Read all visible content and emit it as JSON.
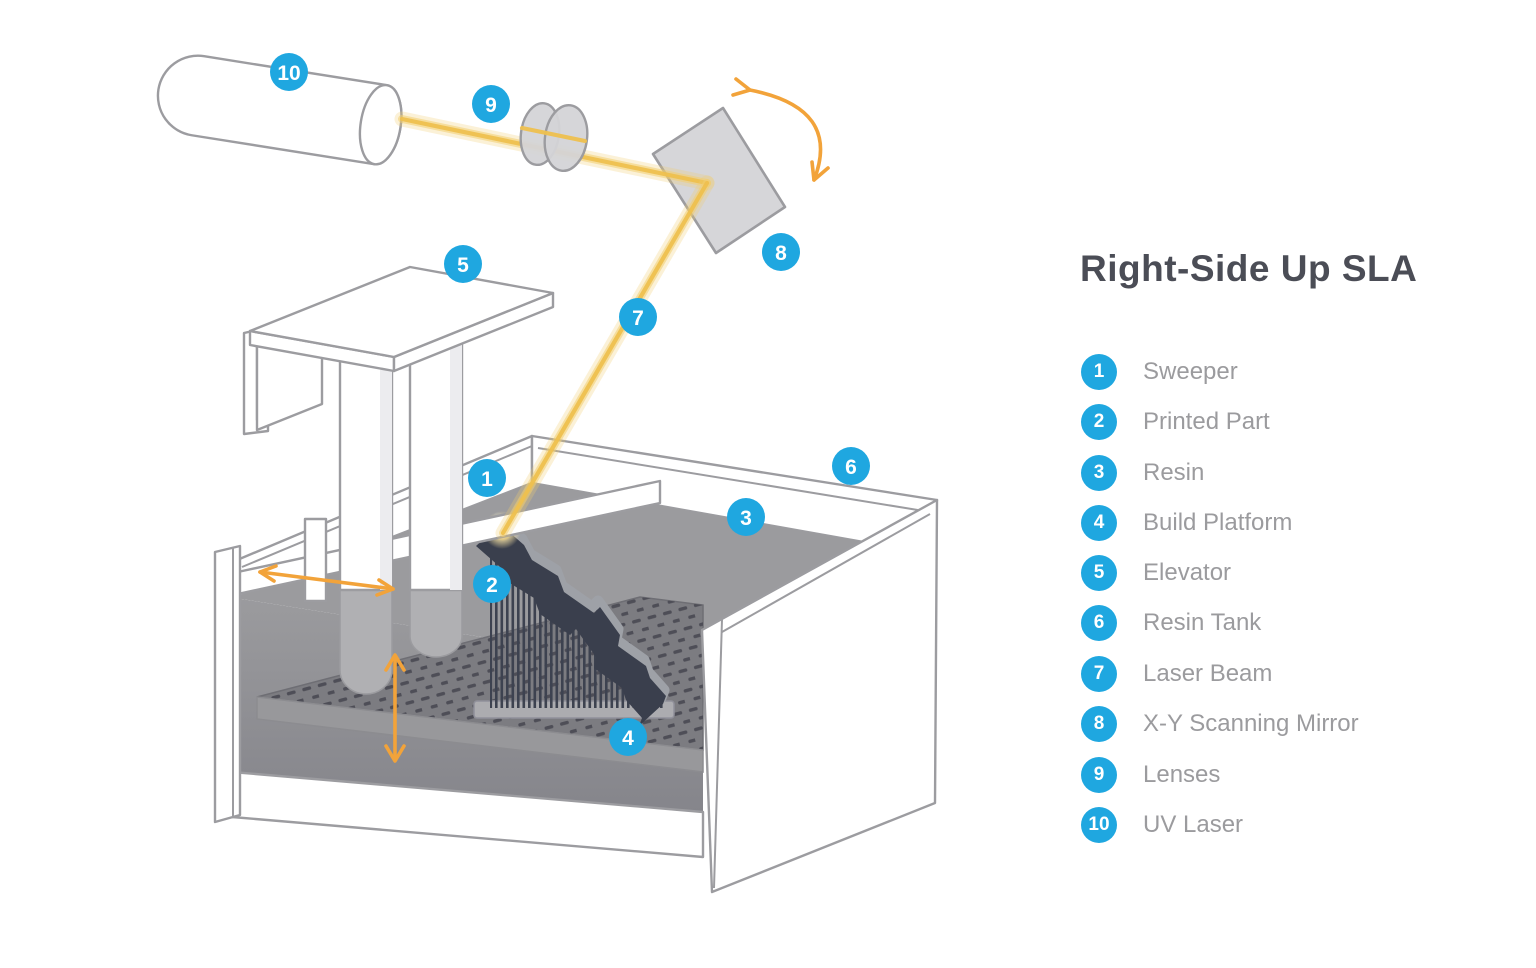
{
  "title": "Right-Side Up SLA",
  "legend": {
    "items": [
      {
        "number": "1",
        "label": "Sweeper"
      },
      {
        "number": "2",
        "label": "Printed Part"
      },
      {
        "number": "3",
        "label": "Resin"
      },
      {
        "number": "4",
        "label": "Build Platform"
      },
      {
        "number": "5",
        "label": "Elevator"
      },
      {
        "number": "6",
        "label": "Resin Tank"
      },
      {
        "number": "7",
        "label": "Laser Beam"
      },
      {
        "number": "8",
        "label": "X-Y Scanning Mirror"
      },
      {
        "number": "9",
        "label": "Lenses"
      },
      {
        "number": "10",
        "label": "UV Laser"
      }
    ]
  },
  "colors": {
    "accent": "#1fa7e0",
    "badge_text": "#ffffff",
    "title_color": "#4b4d56",
    "label_color": "#9b9b9e",
    "outline": "#9c9ca0",
    "beam_core": "#eec04f",
    "beam_glow": "#f2cd6e",
    "arrow": "#f2a33a",
    "resin": "#9b9b9e",
    "resin_deep": "#85858b",
    "platform": "#7c7c81",
    "platform_face": "#98989b",
    "perf": "#4e4e57",
    "part_dark": "#3a3f4d",
    "part_slope": "#9ea1a7",
    "supports": "#3d4250",
    "submerged": "#b0b0b3",
    "column_side": "#ececef",
    "base_strip": "#acacb0"
  }
}
